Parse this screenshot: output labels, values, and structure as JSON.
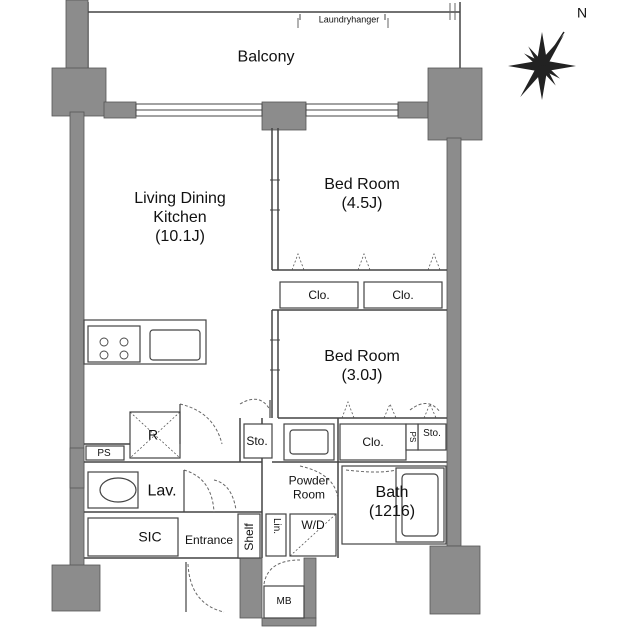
{
  "rooms": {
    "balcony": "Balcony",
    "laundry_hanger": "Laundryhanger",
    "living": {
      "line1": "Living Dining",
      "line2": "Kitchen",
      "size": "(10.1J)"
    },
    "bed1": {
      "name": "Bed Room",
      "size": "(4.5J)"
    },
    "bed2": {
      "name": "Bed Room",
      "size": "(3.0J)"
    },
    "clo_a": "Clo.",
    "clo_b": "Clo.",
    "clo_c": "Clo.",
    "refrigerator": "R",
    "storage_1": "Sto.",
    "storage_2": "Sto.",
    "ps_1": "PS",
    "ps_2": "PS",
    "lavatory": "Lav.",
    "powder": {
      "line1": "Powder",
      "line2": "Room"
    },
    "bath": {
      "name": "Bath",
      "size": "(1216)"
    },
    "linen": "Lin.",
    "washer_dryer": "W/D",
    "sic": "SIC",
    "entrance": "Entrance",
    "shelf": "Shelf",
    "mb": "MB"
  },
  "compass": {
    "north": "N"
  },
  "colors": {
    "wall": "#8c8c8c",
    "line": "#444444",
    "dash": "#777777"
  }
}
